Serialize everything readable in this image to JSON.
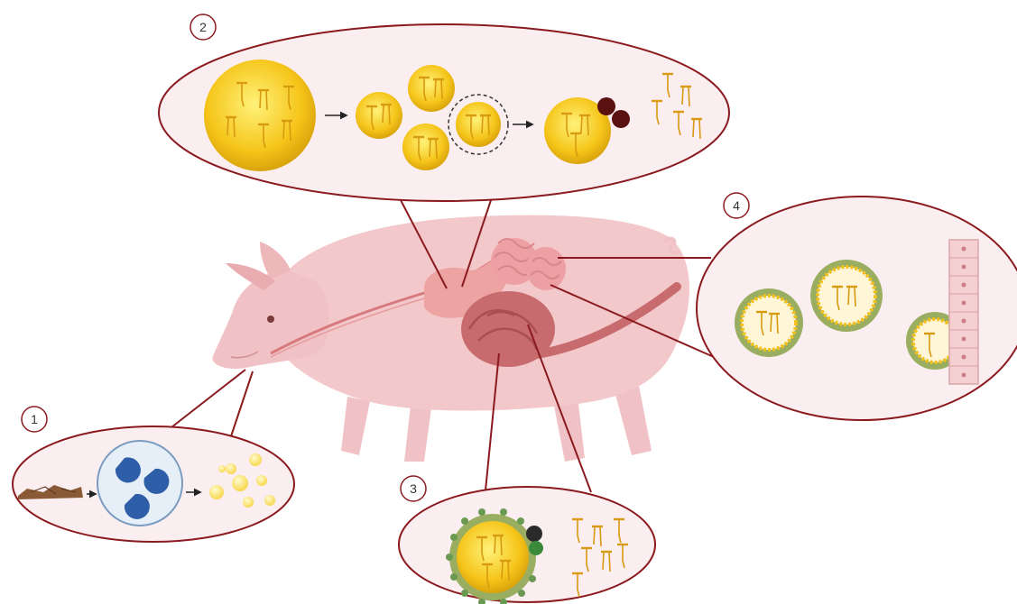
{
  "steps": [
    {
      "number": "1"
    },
    {
      "number": "2"
    },
    {
      "number": "3"
    },
    {
      "number": "4"
    }
  ],
  "colors": {
    "outline": "#8b1a1f",
    "panel_fill": "#fbeef0",
    "pig": "#f1c2c5",
    "organ": "#e69c9c",
    "intestine": "#c96b6e",
    "lipid": "#f2c019",
    "enzyme": "#2f5ea8",
    "bile_dark": "#5b1010",
    "bile_green": "#3a8a3a",
    "protein_green": "#9aae62",
    "dot_green": "#6a9a52"
  },
  "icons": [
    "pig-illustration",
    "feed-icon",
    "enzyme-cell-icon",
    "fat-droplet-icon",
    "micelle-icon",
    "fatty-acid-icon",
    "bile-salt-icon",
    "intestinal-wall-icon",
    "arrow-icon"
  ]
}
